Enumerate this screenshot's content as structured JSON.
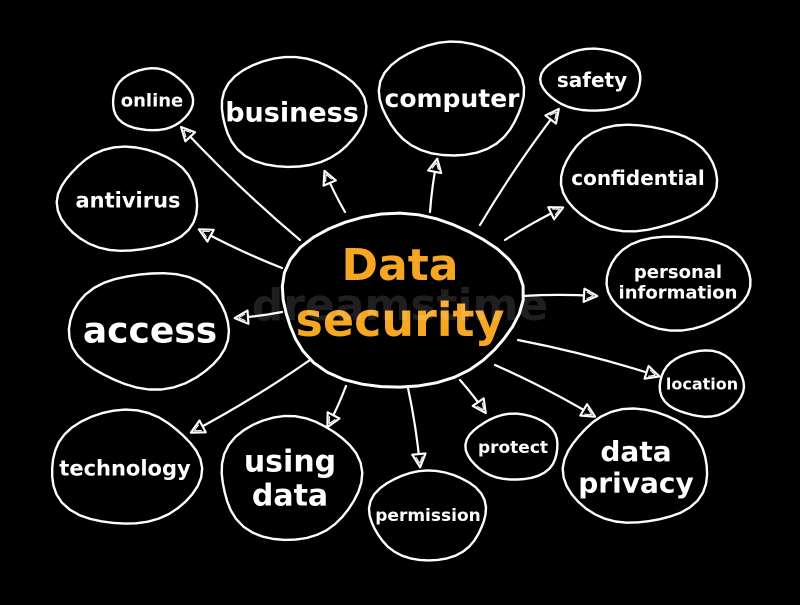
{
  "diagram": {
    "center": {
      "lines": [
        "Data",
        "security"
      ]
    },
    "nodes": [
      {
        "id": "online",
        "label": [
          "online"
        ]
      },
      {
        "id": "business",
        "label": [
          "business"
        ]
      },
      {
        "id": "computer",
        "label": [
          "computer"
        ]
      },
      {
        "id": "safety",
        "label": [
          "safety"
        ]
      },
      {
        "id": "antivirus",
        "label": [
          "antivirus"
        ]
      },
      {
        "id": "confidential",
        "label": [
          "confidential"
        ]
      },
      {
        "id": "personal-information",
        "label": [
          "personal",
          "information"
        ]
      },
      {
        "id": "access",
        "label": [
          "access"
        ]
      },
      {
        "id": "location",
        "label": [
          "location"
        ]
      },
      {
        "id": "technology",
        "label": [
          "technology"
        ]
      },
      {
        "id": "using-data",
        "label": [
          "using",
          "data"
        ]
      },
      {
        "id": "permission",
        "label": [
          "permission"
        ]
      },
      {
        "id": "protect",
        "label": [
          "protect"
        ]
      },
      {
        "id": "data-privacy",
        "label": [
          "data",
          "privacy"
        ]
      }
    ]
  },
  "colors": {
    "background": "#000000",
    "stroke": "#ffffff",
    "center_text": "#f5a623",
    "node_text": "#ffffff"
  },
  "watermark": {
    "text": "dreamstime"
  }
}
